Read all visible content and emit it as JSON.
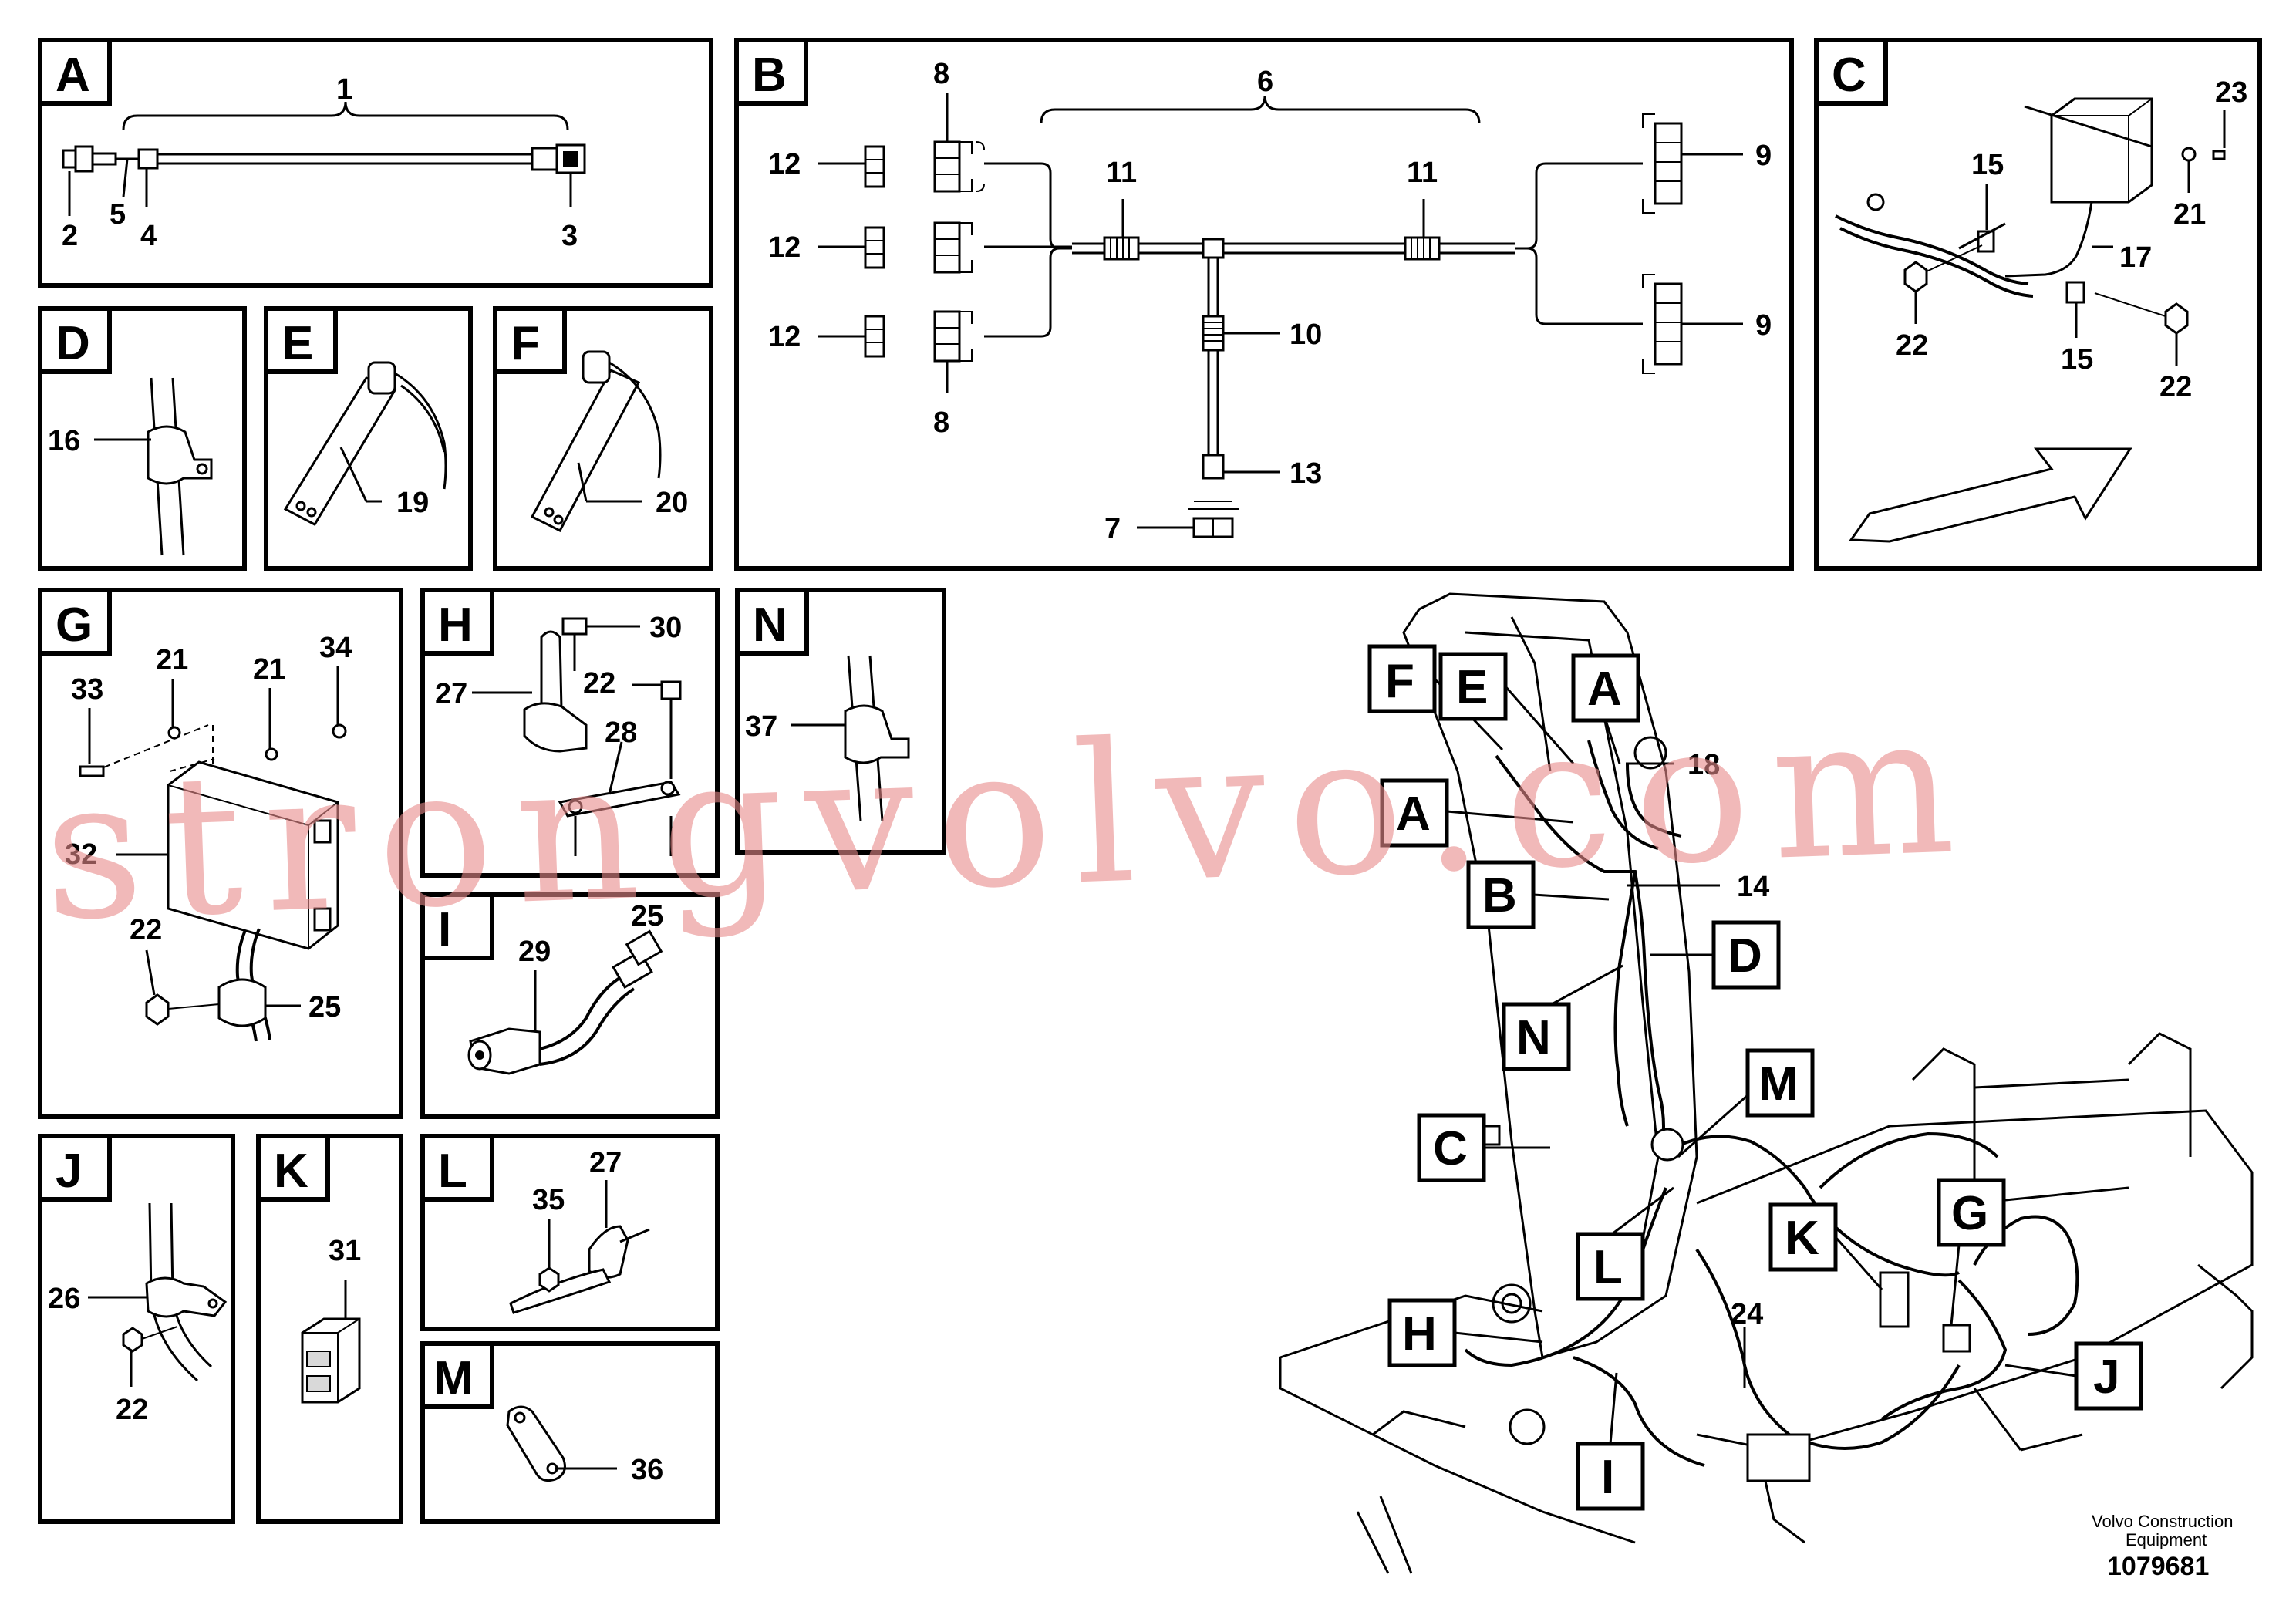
{
  "panels": {
    "A": {
      "label": "A",
      "callouts": {
        "c1": "1",
        "c2": "2",
        "c3": "3",
        "c4": "4",
        "c5": "5"
      }
    },
    "B": {
      "label": "B",
      "callouts": {
        "c6": "6",
        "c7": "7",
        "c8a": "8",
        "c8b": "8",
        "c9a": "9",
        "c9b": "9",
        "c10": "10",
        "c11a": "11",
        "c11b": "11",
        "c12a": "12",
        "c12b": "12",
        "c12c": "12",
        "c13": "13"
      }
    },
    "C": {
      "label": "C",
      "callouts": {
        "c15a": "15",
        "c15b": "15",
        "c17": "17",
        "c21": "21",
        "c22a": "22",
        "c22b": "22",
        "c23": "23"
      }
    },
    "D": {
      "label": "D",
      "callouts": {
        "c16": "16"
      }
    },
    "E": {
      "label": "E",
      "callouts": {
        "c19": "19"
      }
    },
    "F": {
      "label": "F",
      "callouts": {
        "c20": "20"
      }
    },
    "G": {
      "label": "G",
      "callouts": {
        "c21a": "21",
        "c21b": "21",
        "c22": "22",
        "c25": "25",
        "c32": "32",
        "c33": "33",
        "c34": "34"
      }
    },
    "H": {
      "label": "H",
      "callouts": {
        "c22": "22",
        "c27": "27",
        "c28": "28",
        "c30": "30"
      }
    },
    "I": {
      "label": "I",
      "callouts": {
        "c25": "25",
        "c29": "29"
      }
    },
    "J": {
      "label": "J",
      "callouts": {
        "c22": "22",
        "c26": "26"
      }
    },
    "K": {
      "label": "K",
      "callouts": {
        "c31": "31"
      }
    },
    "L": {
      "label": "L",
      "callouts": {
        "c27": "27",
        "c35": "35"
      }
    },
    "M": {
      "label": "M",
      "callouts": {
        "c36": "36"
      }
    },
    "N": {
      "label": "N",
      "callouts": {
        "c37": "37"
      }
    }
  },
  "overview": {
    "tags": {
      "F": "F",
      "E": "E",
      "A_top": "A",
      "A": "A",
      "B": "B",
      "D": "D",
      "N": "N",
      "M": "M",
      "C": "C",
      "K": "K",
      "G": "G",
      "L": "L",
      "H": "H",
      "J": "J",
      "I": "I"
    },
    "callouts": {
      "c14": "14",
      "c18": "18",
      "c24": "24"
    }
  },
  "watermark": "strongvolvo.com",
  "footer": {
    "company_line1": "Volvo Construction",
    "company_line2": "Equipment",
    "drawing_number": "1079681"
  }
}
